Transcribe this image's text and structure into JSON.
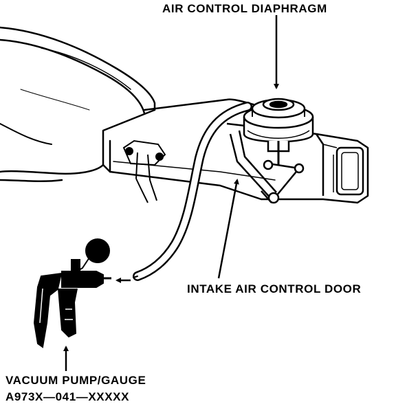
{
  "labels": {
    "air_control_diaphragm": "AIR CONTROL DIAPHRAGM",
    "intake_air_control_door": "INTAKE AIR CONTROL DOOR",
    "vacuum_pump_gauge": "VACUUM PUMP/GAUGE",
    "part_number": "A973X—041—XXXXX"
  },
  "colors": {
    "ink": "#000000",
    "paper": "#ffffff"
  }
}
